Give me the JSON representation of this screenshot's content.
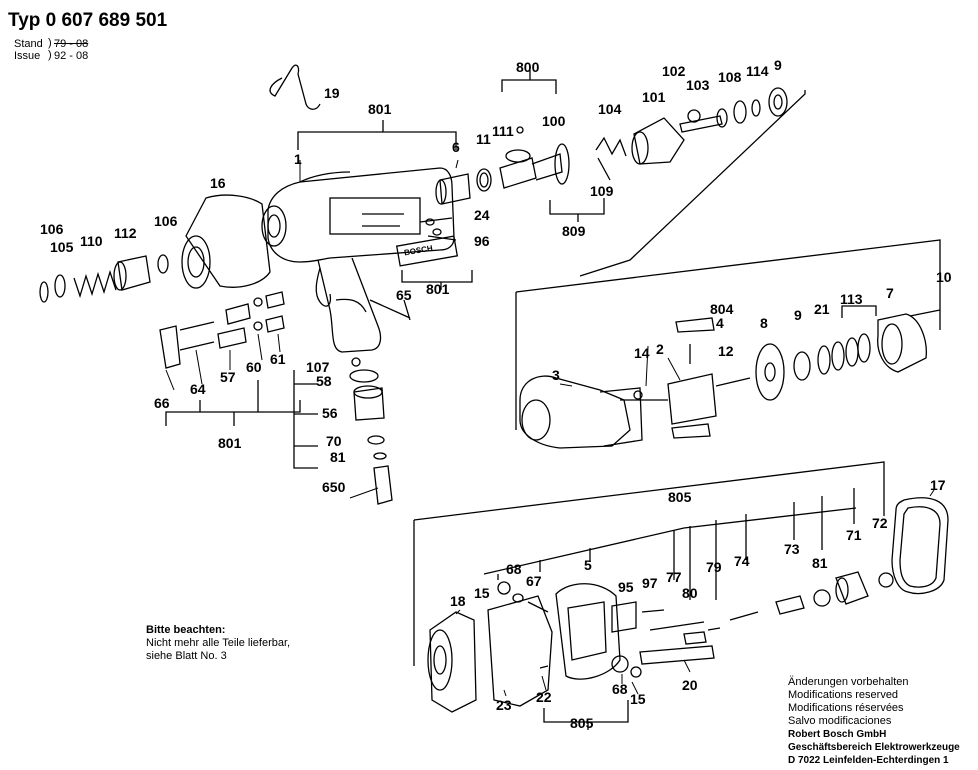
{
  "header": {
    "title": "Typ 0 607 689 501",
    "stand_label": "Stand",
    "stand_value": "79 - 08",
    "issue_label": "Issue",
    "issue_value": "92 - 08"
  },
  "note": {
    "heading": "Bitte beachten:",
    "line1": "Nicht mehr alle Teile lieferbar,",
    "line2": "siehe Blatt No. 3"
  },
  "footer": {
    "line1": "Änderungen vorbehalten",
    "line2": "Modifications reserved",
    "line3": "Modifications réservées",
    "line4": "Salvo modificaciones",
    "company1": "Robert Bosch GmbH",
    "company2": "Geschäftsbereich Elektrowerkzeuge",
    "company3": "D 7022 Leinfelden-Echterdingen 1"
  },
  "brand_plate": "BOSCH",
  "part_labels": {
    "p19": "19",
    "p801a": "801",
    "p1": "1",
    "p6": "6",
    "p11": "11",
    "p111": "111",
    "p100": "100",
    "p800": "800",
    "p102": "102",
    "p103": "103",
    "p101": "101",
    "p104": "104",
    "p108": "108",
    "p114": "114",
    "p9a": "9",
    "p109": "109",
    "p809": "809",
    "p24": "24",
    "p96": "96",
    "p16": "16",
    "p106a": "106",
    "p105": "105",
    "p110": "110",
    "p112": "112",
    "p106b": "106",
    "p65": "65",
    "p801b": "801",
    "p66": "66",
    "p64": "64",
    "p57": "57",
    "p60": "60",
    "p61": "61",
    "p801c": "801",
    "p107": "107",
    "p58": "58",
    "p56": "56",
    "p70": "70",
    "p81a": "81",
    "p650": "650",
    "p10": "10",
    "p804": "804",
    "p4": "4",
    "p8": "8",
    "p9b": "9",
    "p21": "21",
    "p113": "113",
    "p7": "7",
    "p14": "14",
    "p2": "2",
    "p12": "12",
    "p3": "3",
    "p17": "17",
    "p805a": "805",
    "p5": "5",
    "p68a": "68",
    "p15a": "15",
    "p67": "67",
    "p18": "18",
    "p95": "95",
    "p97": "97",
    "p77": "77",
    "p79": "79",
    "p74": "74",
    "p73": "73",
    "p81b": "81",
    "p71": "71",
    "p72": "72",
    "p80": "80",
    "p20": "20",
    "p22": "22",
    "p68b": "68",
    "p15b": "15",
    "p23": "23",
    "p805b": "805"
  }
}
